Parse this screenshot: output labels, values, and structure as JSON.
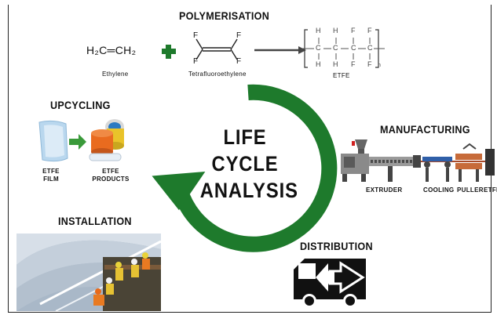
{
  "title": "LIFE CYCLE ANALYSIS",
  "center_lines": [
    "LIFE",
    "CYCLE",
    "ANALYSIS"
  ],
  "stages": {
    "polymerisation": "POLYMERISATION",
    "manufacturing": "MANUFACTURING",
    "distribution": "DISTRIBUTION",
    "installation": "INSTALLATION",
    "upcycling": "UPCYCLING"
  },
  "polymerisation": {
    "ethylene_formula": "H₂C═CH₂",
    "ethylene_name": "Ethylene",
    "tfe_name": "Tetrafluoroethylene",
    "etfe_name": "ETFE",
    "atom_F": "F",
    "atom_H": "H",
    "atom_C": "C",
    "subscript_n": "n"
  },
  "manufacturing": {
    "extruder": "EXTRUDER",
    "cooling": "COOLING",
    "puller": "PULLER",
    "etfe_cut": "ETFE"
  },
  "upcycling": {
    "film_line1": "ETFE",
    "film_line2": "FILM",
    "products_line1": "ETFE",
    "products_line2": "PRODUCTS"
  },
  "colors": {
    "cycle_green": "#1e7a2c",
    "arrow_green": "#3a9a3a",
    "text": "#111111"
  }
}
